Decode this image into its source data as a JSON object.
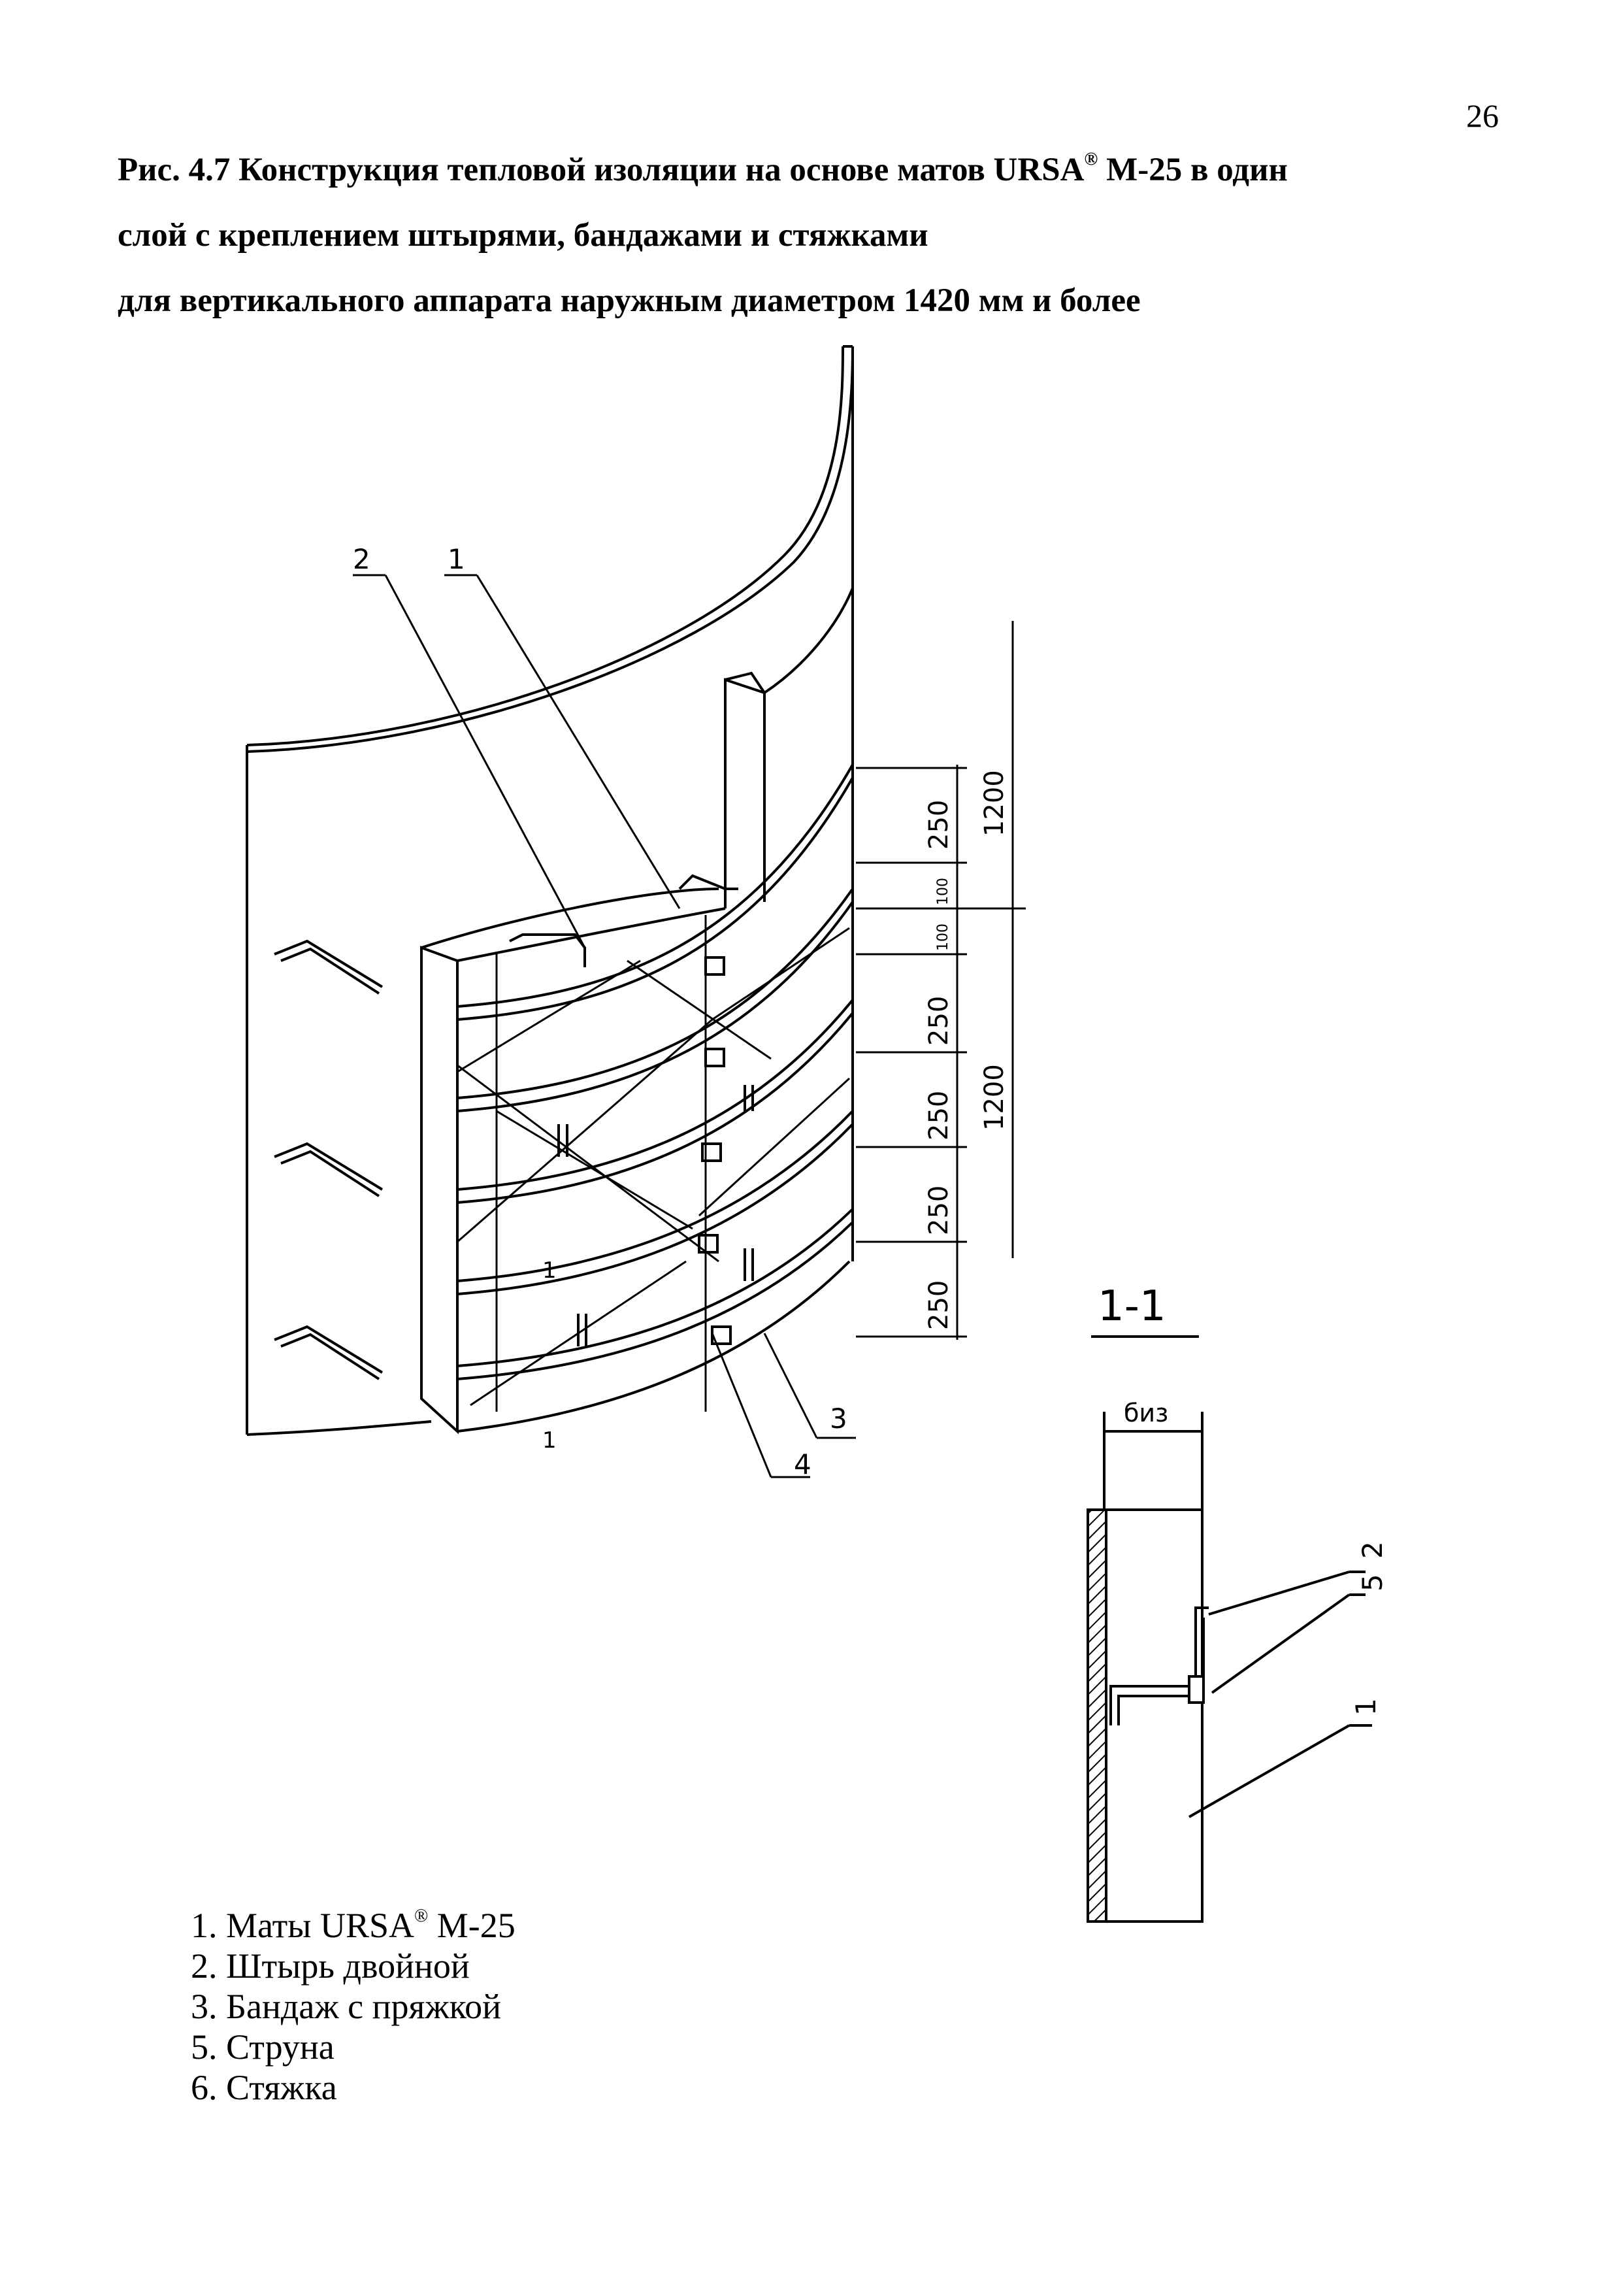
{
  "page_number": "26",
  "title": {
    "line1_prefix": "Рис. 4.7 Конструкция тепловой изоляции на основе матов URSA",
    "line1_sup": "®",
    "line1_suffix": " М-25 в один",
    "line2": "слой с креплением штырями, бандажами и стяжками",
    "line3": "для вертикального аппарата наружным  диаметром 1420 мм и более"
  },
  "drawing": {
    "callouts": {
      "c1": "1",
      "c2": "2",
      "c3": "3",
      "c4": "4",
      "c1_small_a": "1",
      "c1_small_b": "1"
    },
    "dimensions": {
      "d1": "250",
      "d2": "100",
      "d3": "100",
      "d4": "250",
      "d5": "250",
      "d6": "250",
      "d7": "250",
      "total_top": "1200",
      "total_bottom": "1200"
    }
  },
  "section": {
    "title": "1-1",
    "thickness_label": "биз",
    "callouts": {
      "c2": "2",
      "c5": "5",
      "c1": "1"
    }
  },
  "legend": [
    {
      "prefix": "1. Маты URSA",
      "sup": "®",
      "suffix": " М-25"
    },
    {
      "prefix": "2. Штырь двойной",
      "sup": "",
      "suffix": ""
    },
    {
      "prefix": "3. Бандаж с пряжкой",
      "sup": "",
      "suffix": ""
    },
    {
      "prefix": "5. Струна",
      "sup": "",
      "suffix": ""
    },
    {
      "prefix": "6. Стяжка",
      "sup": "",
      "suffix": ""
    }
  ]
}
